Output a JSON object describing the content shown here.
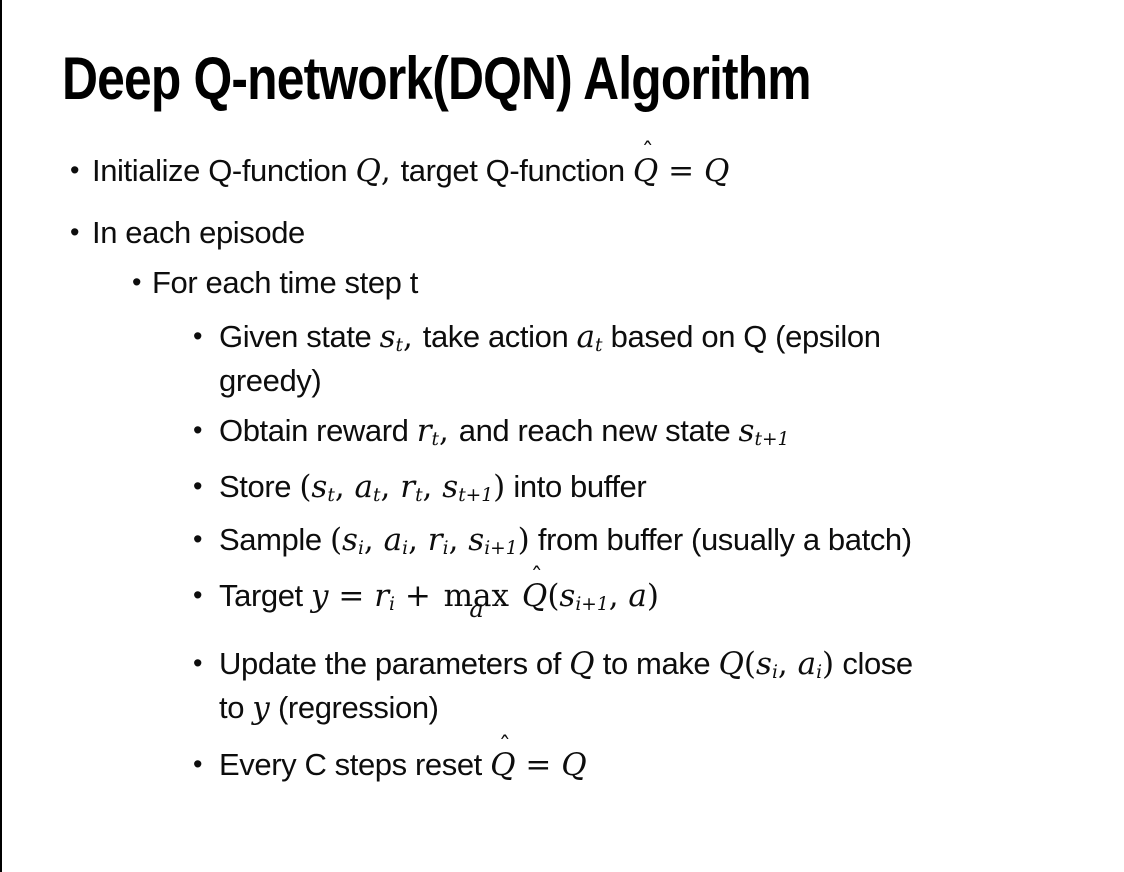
{
  "page": {
    "background": "#ffffff",
    "edge_line_color": "#000000",
    "text_color": "#0d0d0d"
  },
  "title": "Deep Q-network(DQN) Algorithm",
  "bullet_char": "•",
  "hat_char": "ˆ",
  "bullets": [
    {
      "level": 1,
      "segs": [
        {
          "t": "Initialize Q-function "
        },
        {
          "v": "Q"
        },
        {
          "o": ", "
        },
        {
          "t": "target Q-function "
        },
        {
          "v": "Q",
          "hat": true
        },
        {
          "o": " = "
        },
        {
          "v": "Q"
        }
      ]
    },
    {
      "level": 1,
      "segs": [
        {
          "t": "In each episode"
        }
      ]
    },
    {
      "level": 2,
      "segs": [
        {
          "t": "For each time step t"
        }
      ]
    },
    {
      "level": 3,
      "segs": [
        {
          "t": "Given state "
        },
        {
          "v": "s",
          "sub": "t"
        },
        {
          "o": ", "
        },
        {
          "t": "take action "
        },
        {
          "v": "a",
          "sub": "t"
        },
        {
          "t": " based on Q (epsilon"
        },
        {
          "br": true
        },
        {
          "t": "greedy)"
        }
      ]
    },
    {
      "level": 3,
      "segs": [
        {
          "t": "Obtain reward "
        },
        {
          "v": "r",
          "sub": "t"
        },
        {
          "o": ", "
        },
        {
          "t": "and reach new state "
        },
        {
          "v": "s",
          "sub": "t+1"
        }
      ]
    },
    {
      "level": 3,
      "segs": [
        {
          "t": "Store "
        },
        {
          "o": "("
        },
        {
          "v": "s",
          "sub": "t"
        },
        {
          "o": ", "
        },
        {
          "v": "a",
          "sub": "t"
        },
        {
          "o": ", "
        },
        {
          "v": "r",
          "sub": "t"
        },
        {
          "o": ", "
        },
        {
          "v": "s",
          "sub": "t+1"
        },
        {
          "o": ")"
        },
        {
          "t": " into buffer"
        }
      ]
    },
    {
      "level": 3,
      "segs": [
        {
          "t": "Sample "
        },
        {
          "o": "("
        },
        {
          "v": "s",
          "sub": "i"
        },
        {
          "o": ", "
        },
        {
          "v": "a",
          "sub": "i"
        },
        {
          "o": ", "
        },
        {
          "v": "r",
          "sub": "i"
        },
        {
          "o": ", "
        },
        {
          "v": "s",
          "sub": "i+1"
        },
        {
          "o": ")"
        },
        {
          "t": " from buffer (usually a batch)"
        }
      ]
    },
    {
      "level": 3,
      "segs": [
        {
          "t": "Target "
        },
        {
          "v": "y"
        },
        {
          "o": " = "
        },
        {
          "v": "r",
          "sub": "i"
        },
        {
          "o": " + "
        },
        {
          "stack": {
            "base": "max",
            "under": "a"
          }
        },
        {
          "o": " "
        },
        {
          "v": "Q",
          "hat": true
        },
        {
          "o": "("
        },
        {
          "v": "s",
          "sub": "i+1"
        },
        {
          "o": ", "
        },
        {
          "v": "a"
        },
        {
          "o": ")"
        }
      ]
    },
    {
      "level": 3,
      "segs": [
        {
          "t": "Update the parameters of "
        },
        {
          "v": "Q"
        },
        {
          "t": " to make "
        },
        {
          "v": "Q"
        },
        {
          "o": "("
        },
        {
          "v": "s",
          "sub": "i"
        },
        {
          "o": ", "
        },
        {
          "v": "a",
          "sub": "i"
        },
        {
          "o": ")"
        },
        {
          "t": " close"
        },
        {
          "br": true
        },
        {
          "t": "to "
        },
        {
          "v": "y"
        },
        {
          "t": " (regression)"
        }
      ]
    },
    {
      "level": 3,
      "segs": [
        {
          "t": "Every C steps reset "
        },
        {
          "v": "Q",
          "hat": true
        },
        {
          "o": " = "
        },
        {
          "v": "Q"
        }
      ]
    }
  ]
}
